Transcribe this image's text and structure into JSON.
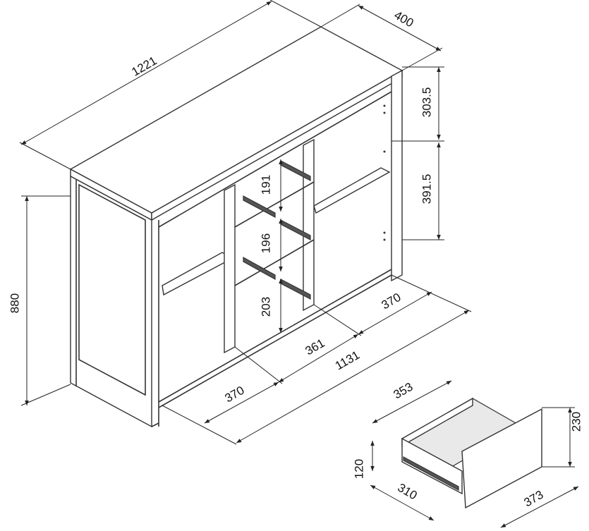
{
  "dimensions": {
    "overall_width": "1221",
    "overall_depth": "400",
    "upper_shelf_height": "303.5",
    "lower_shelf_height": "391.5",
    "overall_height": "880",
    "drawer_gap_top": "191",
    "drawer_gap_middle": "196",
    "drawer_gap_bottom": "203",
    "right_compartment_width": "370",
    "middle_compartment_width": "361",
    "inner_width": "1131",
    "left_compartment_width": "370"
  },
  "drawer": {
    "inner_width": "353",
    "front_height": "230",
    "side_height": "120",
    "depth": "310",
    "front_width": "373"
  }
}
